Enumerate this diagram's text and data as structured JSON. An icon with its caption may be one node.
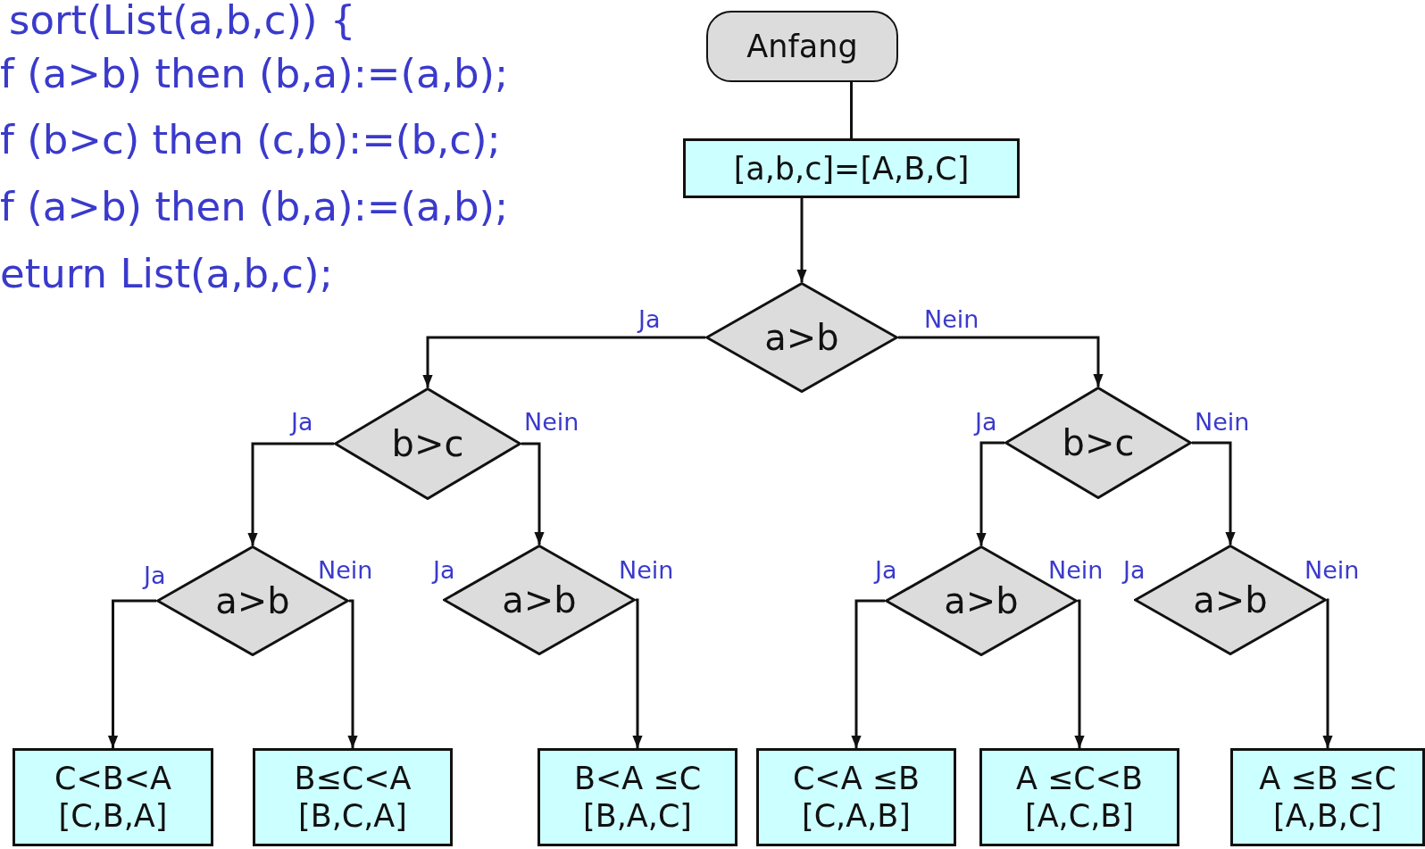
{
  "diagram": {
    "nodes": [
      {
        "text": [
          "Anfang"
        ]
      },
      {
        "text": [
          "[a,b,c]=[A,B,C]"
        ]
      },
      {
        "text": [
          "a>b"
        ]
      },
      {
        "text": [
          "b>c"
        ]
      },
      {
        "text": [
          "b>c"
        ]
      },
      {
        "text": [
          "a>b"
        ]
      },
      {
        "text": [
          "a>b"
        ]
      },
      {
        "text": [
          "a>b"
        ]
      },
      {
        "text": [
          "a>b"
        ]
      },
      {
        "text": [
          "C<B<A",
          "[C,B,A]"
        ]
      },
      {
        "text": [
          "B≤C<A",
          "[B,C,A]"
        ]
      },
      {
        "text": [
          "B<A ≤C",
          "[B,A,C]"
        ]
      },
      {
        "text": [
          "C<A ≤B",
          "[C,A,B]"
        ]
      },
      {
        "text": [
          "A ≤C<B",
          "[A,C,B]"
        ]
      },
      {
        "text": [
          "A ≤B ≤C",
          "[A,B,C]"
        ]
      }
    ],
    "edges": [
      {
        "from": 0,
        "to": 1,
        "arrow": "none"
      },
      {
        "from": 1,
        "to": 2,
        "arrow": "to"
      },
      {
        "from": 2,
        "to": 3,
        "arrow": "to",
        "label": "Ja"
      },
      {
        "from": 2,
        "to": 4,
        "arrow": "to",
        "label": "Nein"
      },
      {
        "from": 3,
        "to": 5,
        "arrow": "to",
        "label": "Ja"
      },
      {
        "from": 3,
        "to": 6,
        "arrow": "to",
        "label": "Nein"
      },
      {
        "from": 4,
        "to": 7,
        "arrow": "to",
        "label": "Ja"
      },
      {
        "from": 4,
        "to": 8,
        "arrow": "to",
        "label": "Nein"
      },
      {
        "from": 5,
        "to": 9,
        "arrow": "to",
        "label": "Ja"
      },
      {
        "from": 5,
        "to": 10,
        "arrow": "to",
        "label": "Nein"
      },
      {
        "from": 6,
        "to": 11,
        "arrow": "to",
        "label": "Nein"
      },
      {
        "from": 7,
        "to": 12,
        "arrow": "to",
        "label": "Ja"
      },
      {
        "from": 7,
        "to": 13,
        "arrow": "to",
        "label": "Nein"
      },
      {
        "from": 8,
        "to": 14,
        "arrow": "to",
        "label": "Nein"
      }
    ],
    "labels": [
      "sort(List(a,b,c)) {",
      "f (a>b) then (b,a):=(a,b);",
      "f (b>c) then (c,b):=(b,c);",
      "f (a>b) then (b,a):=(a,b);",
      "eturn List(a,b,c);",
      "Ja",
      "Ja"
    ]
  }
}
